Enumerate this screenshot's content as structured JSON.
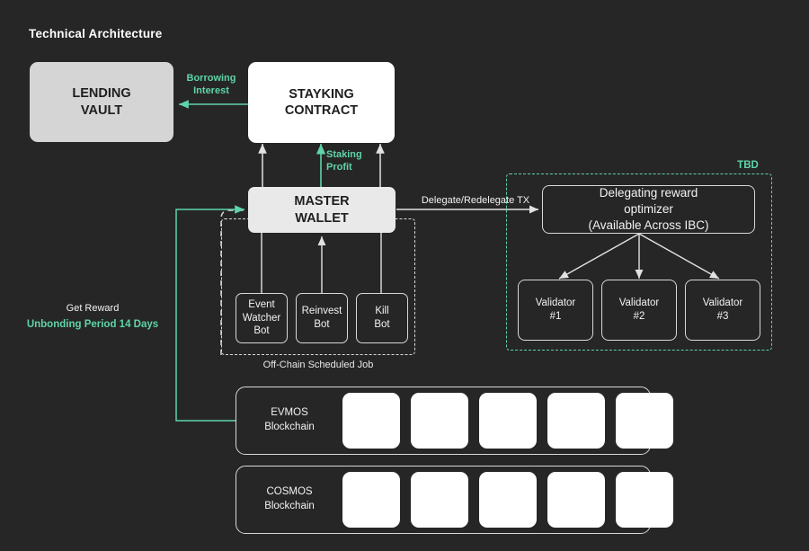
{
  "title": "Technical Architecture",
  "colors": {
    "background": "#262626",
    "accent_green": "#5fd4a8",
    "line_white": "#d8d8d8",
    "box_white": "#ffffff",
    "box_gray": "#d5d5d5",
    "box_light_gray": "#e9e9e9"
  },
  "nodes": {
    "lending_vault": "LENDING\nVAULT",
    "lending_vault_line1": "LENDING",
    "lending_vault_line2": "VAULT",
    "stayking_contract_line1": "STAYKING",
    "stayking_contract_line2": "CONTRACT",
    "master_wallet_line1": "MASTER",
    "master_wallet_line2": "WALLET",
    "optimizer_line1": "Delegating reward",
    "optimizer_line2": "optimizer",
    "optimizer_line3": "(Available Across IBC)"
  },
  "bots": [
    {
      "line1": "Event",
      "line2": "Watcher",
      "line3": "Bot"
    },
    {
      "line1": "Reinvest",
      "line2": "Bot",
      "line3": ""
    },
    {
      "line1": "Kill",
      "line2": "Bot",
      "line3": ""
    }
  ],
  "validators": [
    {
      "line1": "Validator",
      "line2": "#1"
    },
    {
      "line1": "Validator",
      "line2": "#2"
    },
    {
      "line1": "Validator",
      "line2": "#3"
    }
  ],
  "chains": [
    {
      "name_line1": "EVMOS",
      "name_line2": "Blockchain",
      "block_count": 5
    },
    {
      "name_line1": "COSMOS",
      "name_line2": "Blockchain",
      "block_count": 5
    }
  ],
  "edge_labels": {
    "borrowing_interest_line1": "Borrowing",
    "borrowing_interest_line2": "Interest",
    "staking_profit_line1": "Staking",
    "staking_profit_line2": "Profit",
    "delegate_redelegate_tx": "Delegate/Redelegate TX",
    "get_reward": "Get Reward",
    "unbonding_period": "Unbonding Period 14 Days"
  },
  "regions": {
    "off_chain_caption": "Off-Chain Scheduled Job",
    "tbd_label": "TBD"
  }
}
